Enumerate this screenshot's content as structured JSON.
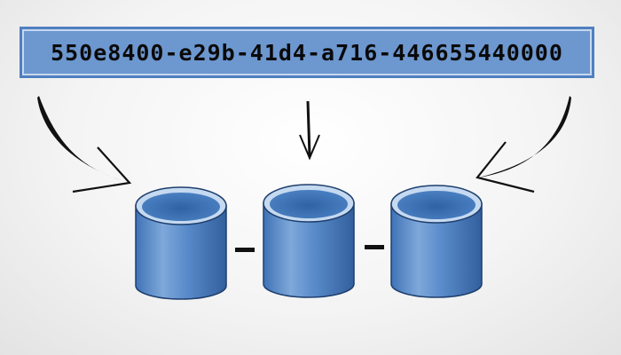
{
  "uuid": {
    "text": "550e8400-e29b-41d4-a716-446655440000"
  },
  "arrows": [
    {
      "name": "arrow-left",
      "icon": "curved-arrow-icon"
    },
    {
      "name": "arrow-center",
      "icon": "down-arrow-icon"
    },
    {
      "name": "arrow-right",
      "icon": "curved-arrow-icon"
    }
  ],
  "databases": [
    {
      "name": "database-left",
      "icon": "database-cylinder-icon"
    },
    {
      "name": "database-center",
      "icon": "database-cylinder-icon"
    },
    {
      "name": "database-right",
      "icon": "database-cylinder-icon"
    }
  ],
  "connectors": [
    {
      "name": "connector-left",
      "icon": "dash-icon"
    },
    {
      "name": "connector-right",
      "icon": "dash-icon"
    }
  ],
  "colors": {
    "box_fill": "#6d97cf",
    "box_border": "#4f7fc0",
    "cylinder_body": "#4a80c2",
    "cylinder_rim": "#bfd5ee",
    "cylinder_top_inner": "#3c6fb1",
    "outline": "#1e3f6e"
  }
}
